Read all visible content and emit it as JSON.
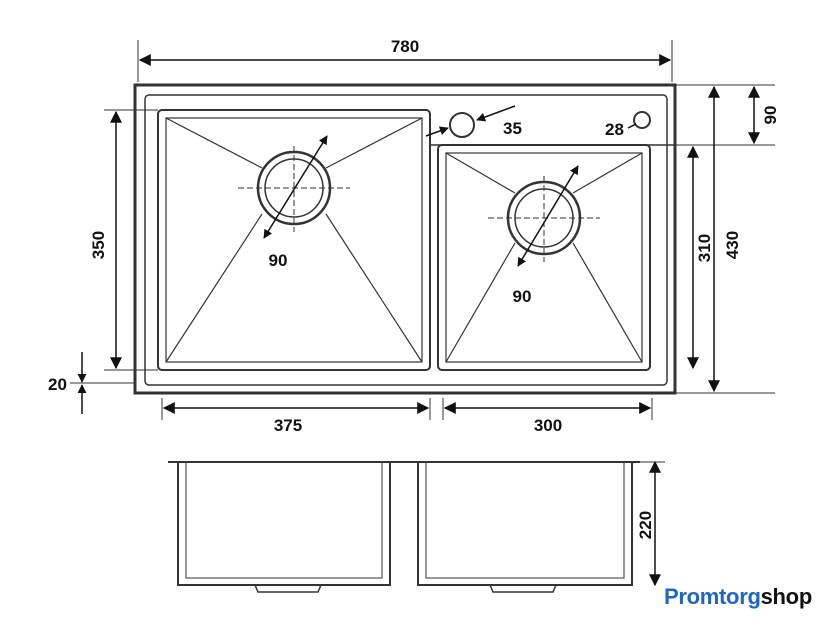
{
  "dimensions": {
    "overall_width": "780",
    "left_bowl_width": "375",
    "right_bowl_width": "300",
    "left_bowl_depth": "350",
    "bottom_margin": "20",
    "deck_depth": "90",
    "right_bowl_depth": "310",
    "overall_depth": "430",
    "bowl_height": "220",
    "left_drain": "90",
    "right_drain": "90",
    "tap_hole": "35",
    "accessory_hole": "28"
  },
  "brand": {
    "part1": "Promtorg",
    "part2": "shop"
  },
  "colors": {
    "line": "#333333",
    "brand_blue": "#1f66c2",
    "text": "#111111"
  }
}
